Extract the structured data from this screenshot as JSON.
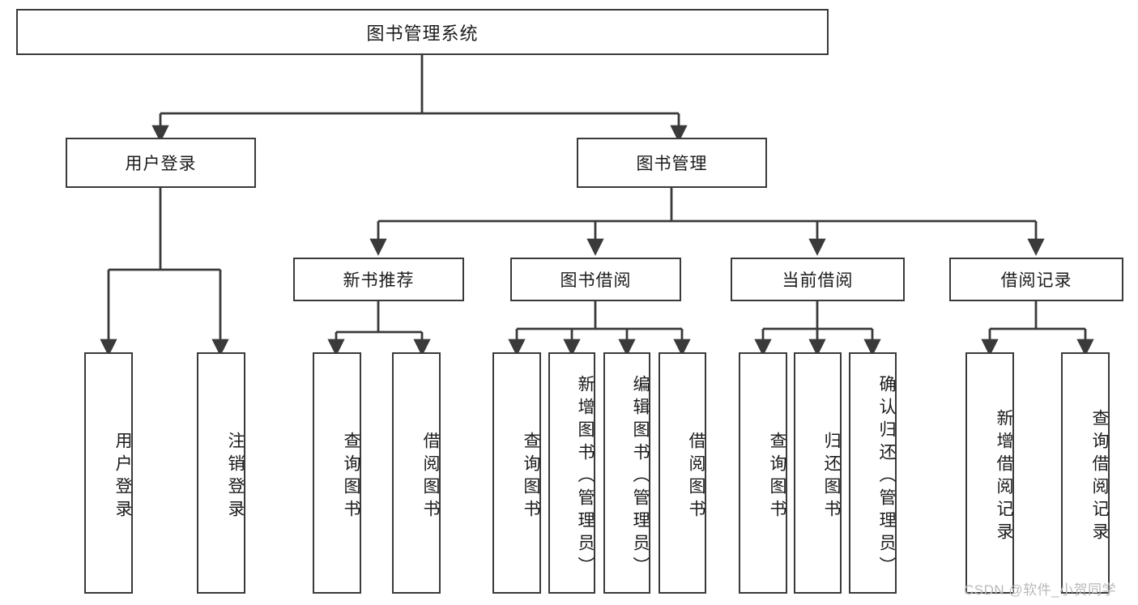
{
  "diagram": {
    "type": "tree-hierarchy-chart",
    "title": "图书管理系统",
    "watermark": "CSDN @软件_小贺同学",
    "colors": {
      "box_border": "#3a3a3a",
      "box_fill": "#ffffff",
      "connector": "#3a3a3a",
      "watermark": "#b9b9b9"
    },
    "root": {
      "label": "图书管理系统"
    },
    "level1": [
      {
        "label": "用户登录"
      },
      {
        "label": "图书管理"
      }
    ],
    "level2": [
      {
        "label": "新书推荐"
      },
      {
        "label": "图书借阅"
      },
      {
        "label": "当前借阅"
      },
      {
        "label": "借阅记录"
      }
    ],
    "leaves": {
      "user_login": [
        {
          "label": "用户登录"
        },
        {
          "label": "注销登录"
        }
      ],
      "new_book_recommend": [
        {
          "label": "查询图书"
        },
        {
          "label": "借阅图书"
        }
      ],
      "book_borrow": [
        {
          "label": "查询图书"
        },
        {
          "label": "新增图书（管理员）"
        },
        {
          "label": "编辑图书（管理员）"
        },
        {
          "label": "借阅图书"
        }
      ],
      "current_borrow": [
        {
          "label": "查询图书"
        },
        {
          "label": "归还图书"
        },
        {
          "label": "确认归还（管理员）"
        }
      ],
      "borrow_record": [
        {
          "label": "新增借阅记录"
        },
        {
          "label": "查询借阅记录"
        }
      ]
    }
  }
}
